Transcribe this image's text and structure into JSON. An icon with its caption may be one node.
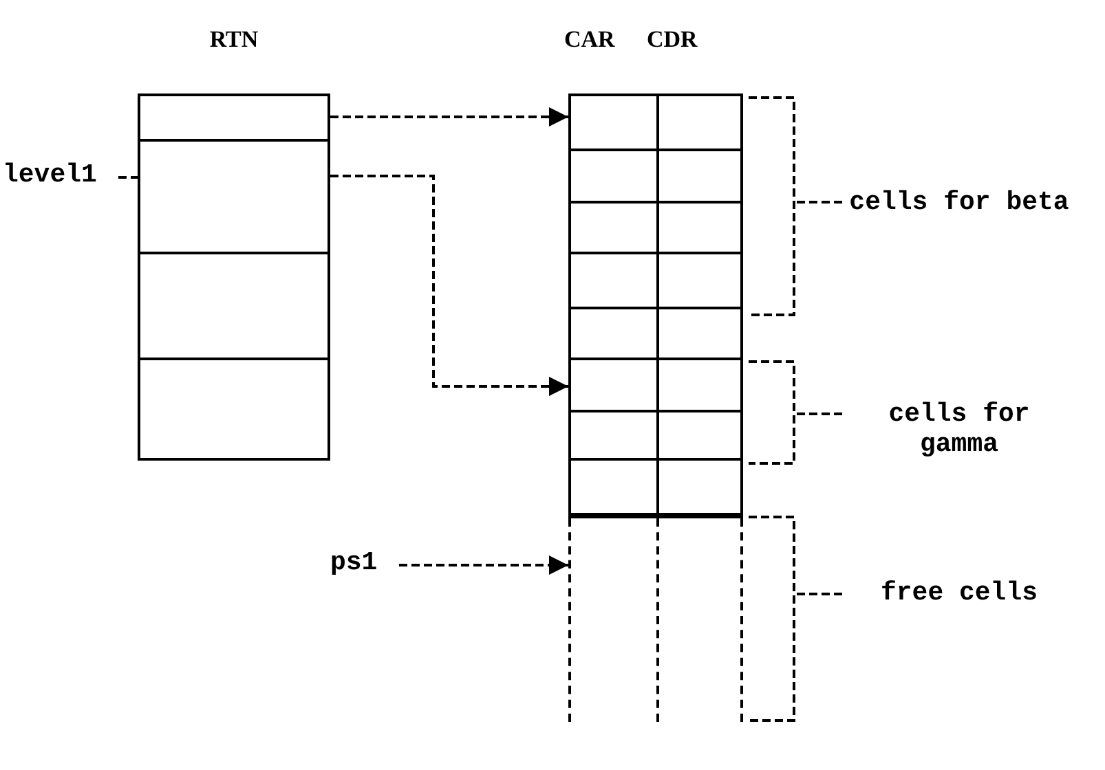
{
  "diagram": {
    "nodes": [
      {
        "text": [
          "RTN"
        ]
      },
      {
        "text": [],
        "shape": "box",
        "in": 0
      },
      {
        "text": [],
        "shape": "box",
        "in": 0
      },
      {
        "text": [],
        "shape": "box",
        "in": 0
      },
      {
        "text": [],
        "shape": "box",
        "in": 0
      },
      {
        "text": [
          "CAR",
          "CDR"
        ]
      },
      {
        "text": [],
        "shape": "box",
        "in": 5
      },
      {
        "text": [],
        "shape": "box",
        "in": 5
      },
      {
        "text": [],
        "shape": "box",
        "in": 5
      },
      {
        "text": [],
        "shape": "box",
        "in": 5
      },
      {
        "text": [],
        "shape": "box",
        "in": 5
      },
      {
        "text": [],
        "shape": "box",
        "in": 5
      },
      {
        "text": [],
        "shape": "box",
        "in": 5
      },
      {
        "text": [],
        "shape": "box",
        "in": 5
      },
      {
        "text": [],
        "shape": "box",
        "in": 5
      },
      {
        "text": [],
        "shape": "box",
        "in": 5
      },
      {
        "text": [
          "level1"
        ]
      },
      {
        "text": [
          "ps1"
        ]
      },
      {
        "text": [],
        "shape": "bracket"
      },
      {
        "text": [],
        "shape": "bracket"
      },
      {
        "text": [],
        "shape": "bracket"
      },
      {
        "text": [
          "cells for beta"
        ]
      },
      {
        "text": [
          "cells for gamma"
        ]
      },
      {
        "text": [
          "free cells"
        ]
      }
    ],
    "edges": [
      {
        "from": 1,
        "to": 6,
        "arrow": "to"
      },
      {
        "from": 2,
        "to": 11,
        "arrow": "to"
      },
      {
        "from": 16,
        "to": 2,
        "arrow": "none"
      },
      {
        "from": 17,
        "to": 15,
        "arrow": "to"
      },
      {
        "from": 21,
        "to": 18,
        "arrow": "none"
      },
      {
        "from": 22,
        "to": 19,
        "arrow": "none"
      },
      {
        "from": 23,
        "to": 20,
        "arrow": "none"
      }
    ]
  }
}
